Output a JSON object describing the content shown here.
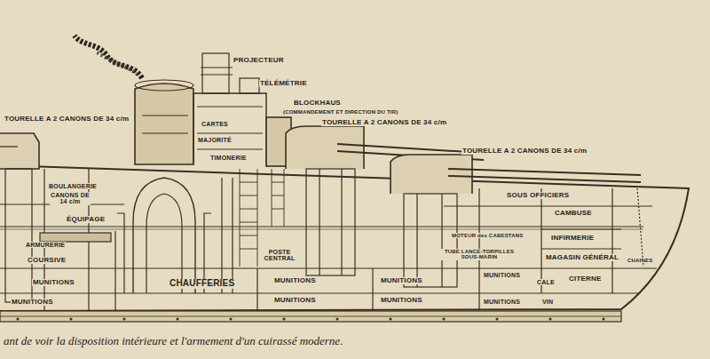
{
  "diagram": {
    "caption": "ant de voir la disposition intérieure et l'armement d'un cuirassé moderne.",
    "labels": [
      "PROJECTEUR",
      "TÉLÉMÉTRIE",
      "BLOCKHAUS",
      "(COMMANDEMENT ET DIRECTION DU TIR)",
      "TOURELLE A 2 CANONS DE 34 c/m",
      "TOURELLE A 2 CANONS DE 34 c/m",
      "TOURELLE A 2 CANONS DE 34 c/m",
      "CARTES",
      "MAJORITÉ",
      "TIMONERIE",
      "BOULANGERIE",
      "CANONS DE 14 c/m",
      "ÉQUIPAGE",
      "ARMURERIE",
      "COURSIVE",
      "MUNITIONS",
      "MUNITIONS",
      "CHAUFFERIES",
      "POSTE CENTRAL",
      "MUNITIONS",
      "MUNITIONS",
      "MUNITIONS",
      "MUNITIONS",
      "MUNITIONS",
      "MUNITIONS",
      "SOUS OFFICIERS",
      "CAMBUSE",
      "MOTEUR des CABESTANS",
      "INFIRMERIE",
      "TUBE LANCE-TORPILLES SOUS-MARIN",
      "MAGASIN GÉNÉRAL",
      "CHAINES",
      "CITERNE",
      "CALE",
      "VIN"
    ]
  }
}
